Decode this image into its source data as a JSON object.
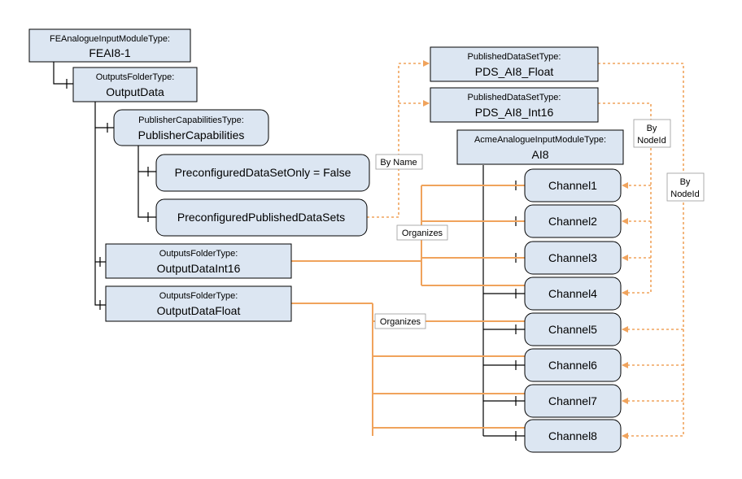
{
  "colors": {
    "node_fill": "#dce6f2",
    "node_border": "#000000",
    "hierarchy_line": "#000000",
    "organizes_line": "#f0a35c",
    "reference_dotted": "#f0a35c"
  },
  "nodes": {
    "feai8": {
      "type": "FEAnalogueInputModuleType:",
      "name": "FEAI8-1"
    },
    "output_data": {
      "type": "OutputsFolderType:",
      "name": "OutputData"
    },
    "pub_caps": {
      "type": "PublisherCapabilitiesType:",
      "name": "PublisherCapabilities"
    },
    "preconfig_only": {
      "name": "PreconfiguredDataSetOnly = False"
    },
    "preconfig_pds": {
      "name": "PreconfiguredPublishedDataSets"
    },
    "out_int16": {
      "type": "OutputsFolderType:",
      "name": "OutputDataInt16"
    },
    "out_float": {
      "type": "OutputsFolderType:",
      "name": "OutputDataFloat"
    },
    "pds_float": {
      "type": "PublishedDataSetType:",
      "name": "PDS_AI8_Float"
    },
    "pds_int16": {
      "type": "PublishedDataSetType:",
      "name": "PDS_AI8_Int16"
    },
    "ai8": {
      "type": "AcmeAnalogueInputModuleType:",
      "name": "AI8"
    }
  },
  "channels": [
    "Channel1",
    "Channel2",
    "Channel3",
    "Channel4",
    "Channel5",
    "Channel6",
    "Channel7",
    "Channel8"
  ],
  "labels": {
    "by_name": "By Name",
    "organizes_1": "Organizes",
    "organizes_2": "Organizes",
    "by_nodeid_1_a": "By",
    "by_nodeid_1_b": "NodeId",
    "by_nodeid_2_a": "By",
    "by_nodeid_2_b": "NodeId"
  }
}
